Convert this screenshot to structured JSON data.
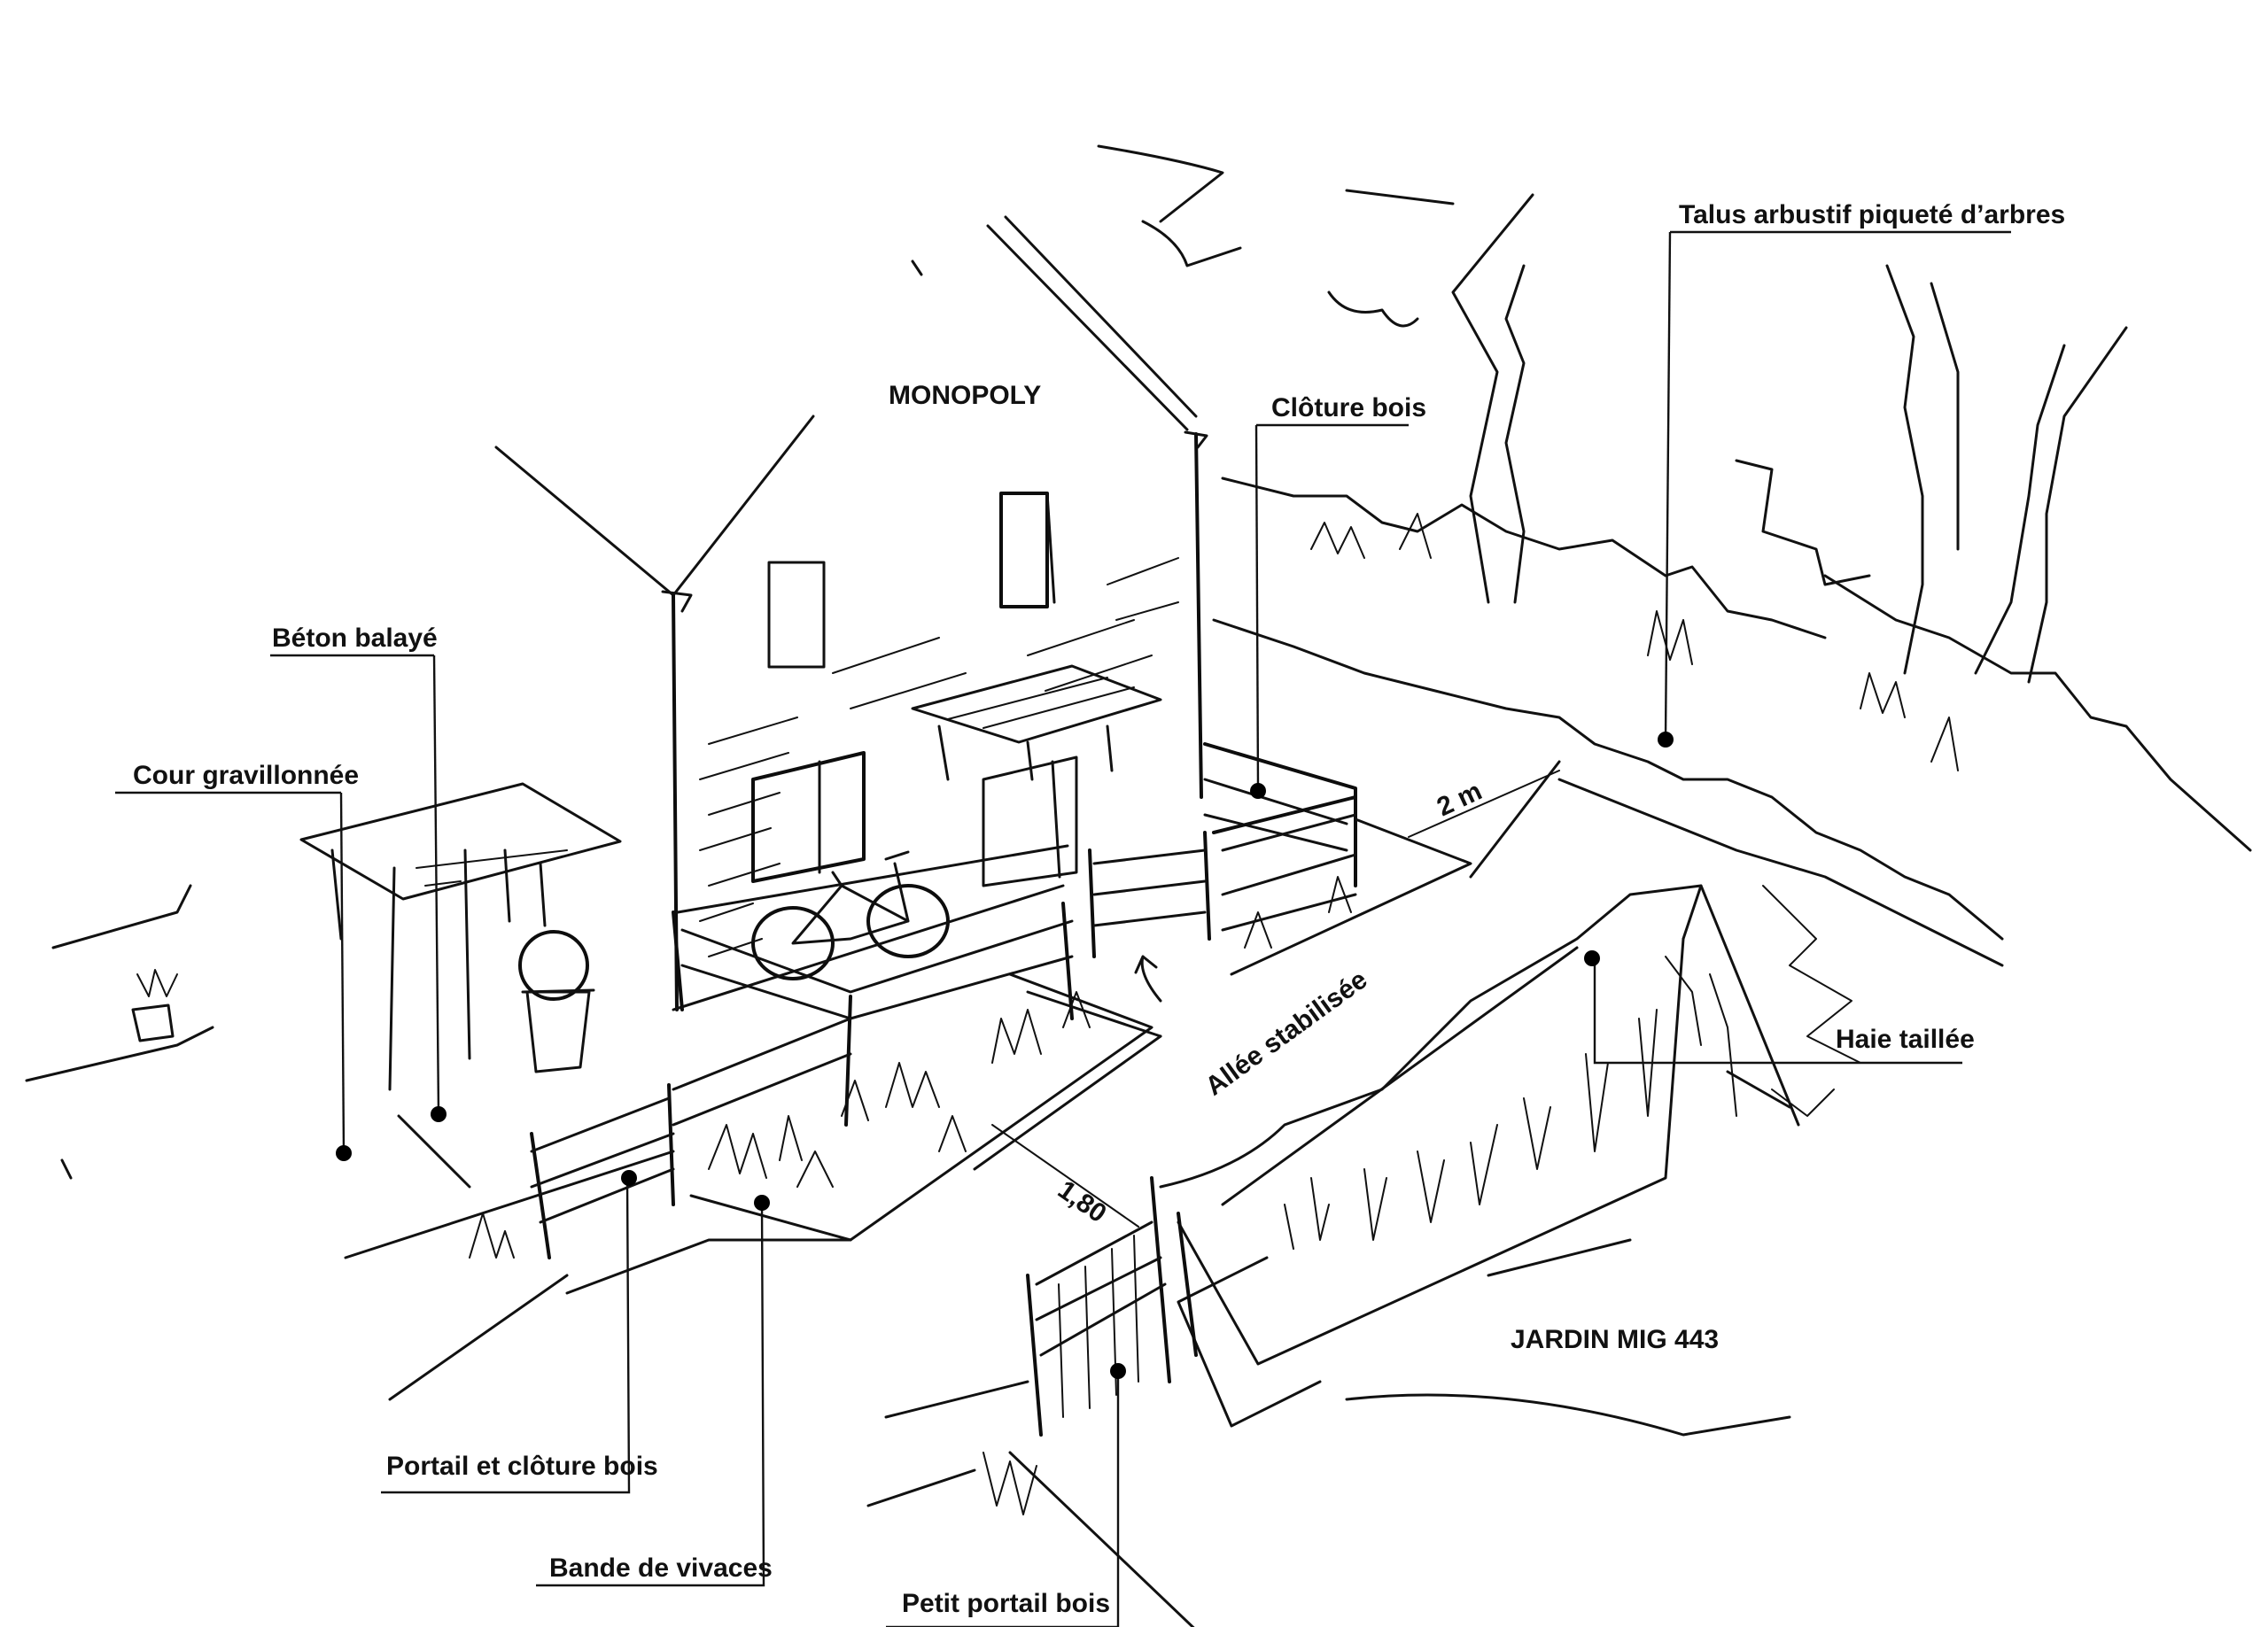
{
  "annotations": {
    "talus": "Talus arbustif piqueté d’arbres",
    "cloture_bois": "Clôture bois",
    "beton": "Béton balayé",
    "cour": "Cour gravillonnée",
    "haie": "Haie taillée",
    "portail_cloture": "Portail et clôture bois",
    "vivaces": "Bande de vivaces",
    "petit_portail": "Petit portail bois"
  },
  "place_labels": {
    "monopoly": "MONOPOLY",
    "jardin": "JARDIN MIG 443",
    "allee": "Allée stabilisée"
  },
  "dimensions": {
    "width_2m": "2 m",
    "width_180": "1,80"
  }
}
